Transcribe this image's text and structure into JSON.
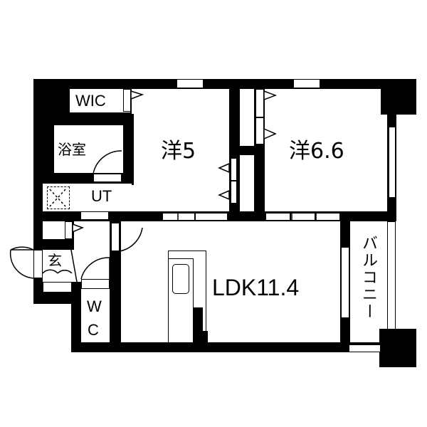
{
  "floorplan": {
    "rooms": {
      "wic": "WIC",
      "bath": "浴室",
      "ut": "UT",
      "western5": "洋5",
      "western66": "洋6.6",
      "ldk": "LDK11.4",
      "balcony": "バルコニー",
      "entrance": "玄",
      "wc_w": "W",
      "wc_c": "C"
    },
    "colors": {
      "wall": "#000000",
      "floor": "#ffffff"
    }
  }
}
